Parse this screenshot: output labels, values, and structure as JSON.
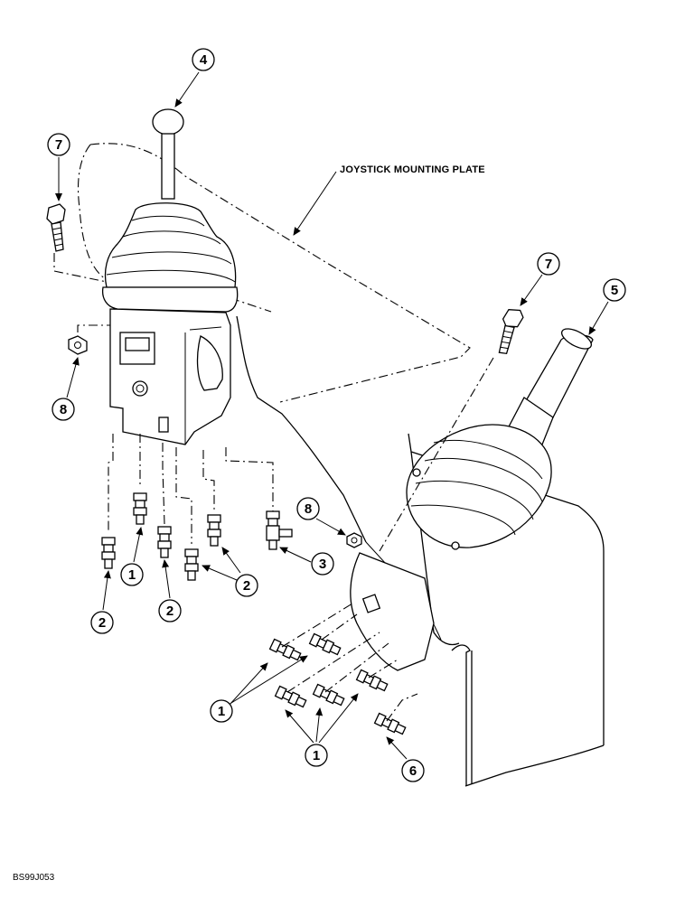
{
  "figure": {
    "plate_label": "JOYSTICK MOUNTING PLATE",
    "footer_code": "BS99J053",
    "callouts": [
      "4",
      "7",
      "8",
      "1",
      "2",
      "2",
      "2",
      "2",
      "3",
      "8",
      "7",
      "5",
      "1",
      "1",
      "6"
    ]
  }
}
